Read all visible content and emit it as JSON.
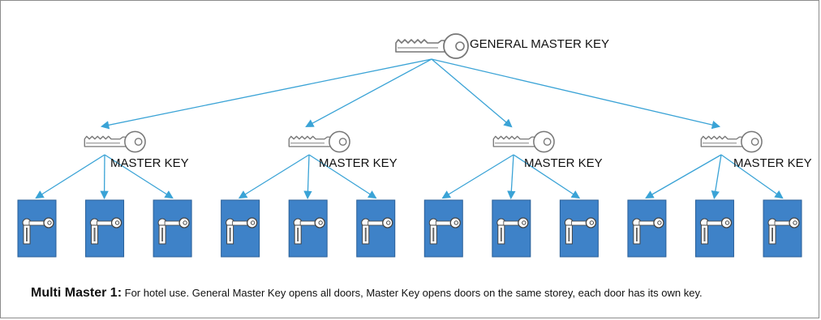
{
  "general_key": {
    "label": "GENERAL MASTER KEY"
  },
  "master_keys": [
    {
      "label": "MASTER KEY"
    },
    {
      "label": "MASTER KEY"
    },
    {
      "label": "MASTER KEY"
    },
    {
      "label": "MASTER KEY"
    }
  ],
  "doors_per_master_key": 3,
  "colors": {
    "arrow": "#3aa3d6",
    "door": "#3e82c8",
    "key": "#777777"
  },
  "caption": {
    "title": "Multi Master 1:",
    "text": " For hotel use. General Master Key opens all doors, Master Key opens doors on the same storey, each door has its own key."
  }
}
